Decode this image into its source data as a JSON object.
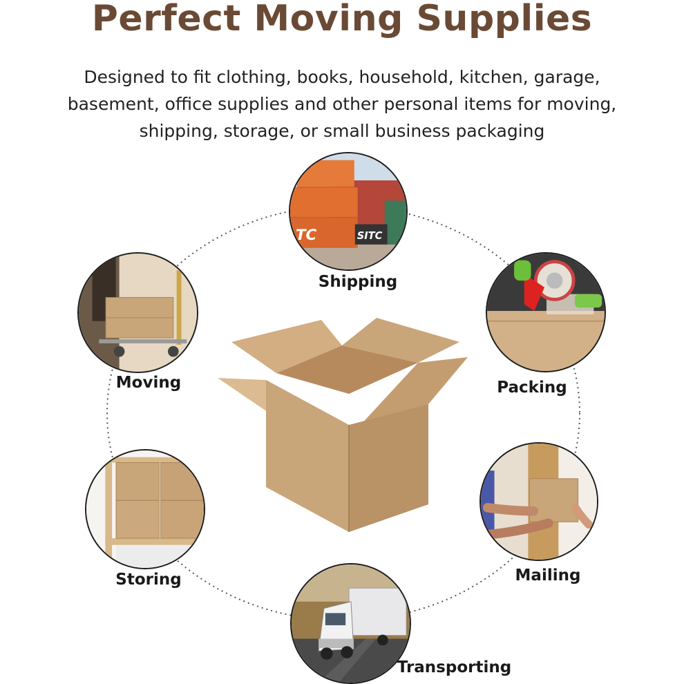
{
  "header": {
    "title": "Perfect Moving Supplies",
    "subtitle": "Designed to fit clothing, books, household, kitchen, garage, basement, office supplies and other personal items for moving, shipping, storage, or small business packaging"
  },
  "uses": [
    {
      "label": "Shipping",
      "icon": "shipping-containers-icon"
    },
    {
      "label": "Packing",
      "icon": "tape-dispenser-icon"
    },
    {
      "label": "Mailing",
      "icon": "handing-box-icon"
    },
    {
      "label": "Transporting",
      "icon": "truck-icon"
    },
    {
      "label": "Storing",
      "icon": "shelved-boxes-icon"
    },
    {
      "label": "Moving",
      "icon": "hand-truck-icon"
    }
  ],
  "container_text": [
    "TC",
    "SITC"
  ],
  "center": {
    "icon": "open-cardboard-box-icon"
  },
  "colors": {
    "title": "#6a4a35",
    "cardboard": "#c9a57a",
    "ring": "#555555"
  }
}
